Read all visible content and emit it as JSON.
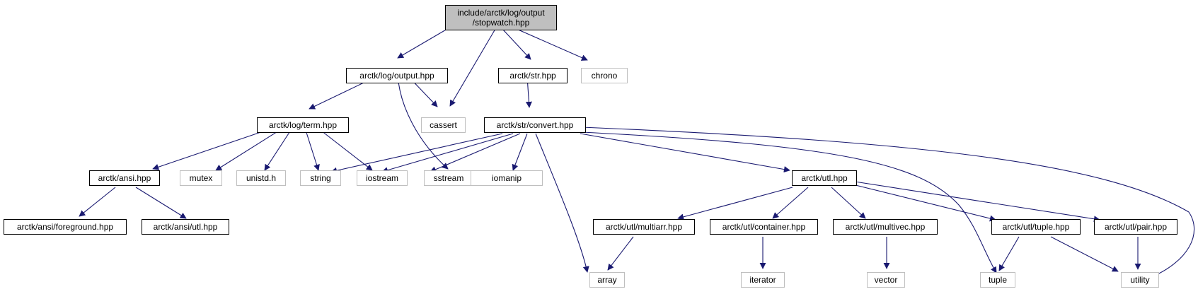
{
  "graph": {
    "root": {
      "line1": "include/arctk/log/output",
      "line2": "/stopwatch.hpp"
    },
    "nodes": {
      "output_hpp": "arctk/log/output.hpp",
      "str_hpp": "arctk/str.hpp",
      "chrono": "chrono",
      "cassert": "cassert",
      "term_hpp": "arctk/log/term.hpp",
      "convert_hpp": "arctk/str/convert.hpp",
      "ansi_hpp": "arctk/ansi.hpp",
      "mutex": "mutex",
      "unistd": "unistd.h",
      "string": "string",
      "iostream": "iostream",
      "sstream": "sstream",
      "iomanip": "iomanip",
      "utl_hpp": "arctk/utl.hpp",
      "foreground_hpp": "arctk/ansi/foreground.hpp",
      "ansi_utl_hpp": "arctk/ansi/utl.hpp",
      "multiarr_hpp": "arctk/utl/multiarr.hpp",
      "container_hpp": "arctk/utl/container.hpp",
      "multivec_hpp": "arctk/utl/multivec.hpp",
      "tuple_hpp": "arctk/utl/tuple.hpp",
      "pair_hpp": "arctk/utl/pair.hpp",
      "array": "array",
      "iterator": "iterator",
      "vector": "vector",
      "tuple": "tuple",
      "utility": "utility"
    }
  },
  "colors": {
    "edge": "#191970",
    "root_fill": "#bfbfbf",
    "project_border": "#000000",
    "external_border": "#bfbfbf"
  }
}
